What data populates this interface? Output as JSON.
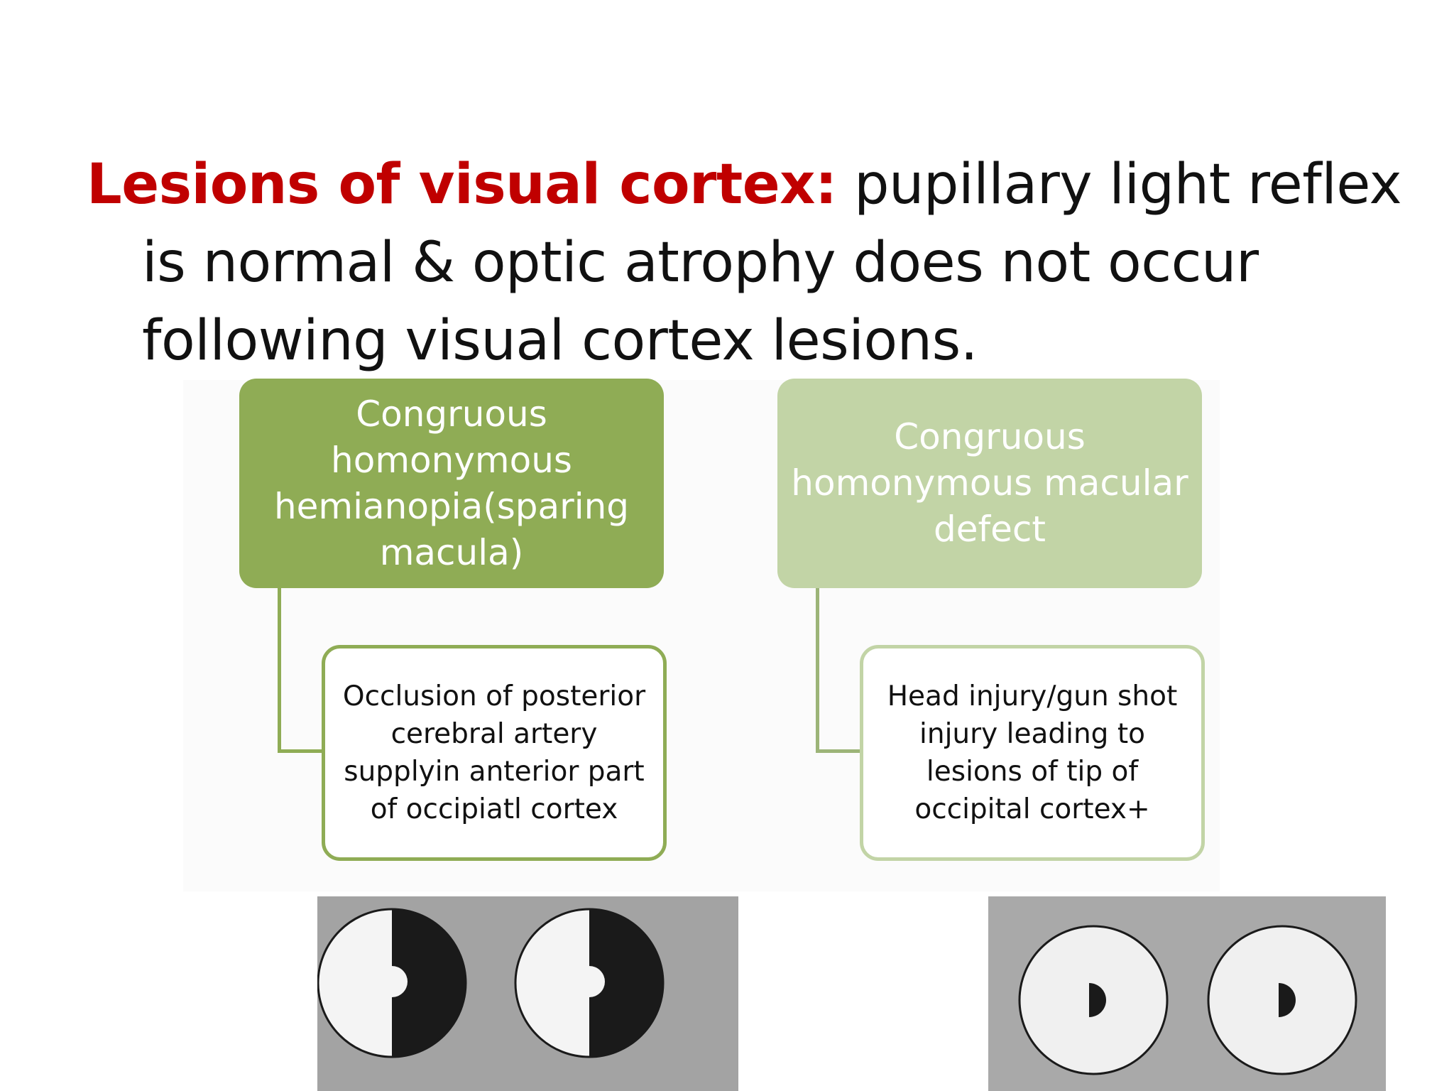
{
  "slide": {
    "title_emphasis": "Lesions of visual cortex:",
    "title_rest": " pupillary light reflex is normal & optic atrophy does not occur following visual cortex lesions."
  },
  "diagram": {
    "left": {
      "heading": "Congruous homonymous hemianopia(sparing macula)",
      "detail": "Occlusion of posterior cerebral artery supplyin anterior part of occipiatl cortex"
    },
    "right": {
      "heading": "Congruous homonymous macular defect",
      "detail": "Head injury/gun shot injury leading to lesions of tip of occipital cortex+"
    }
  },
  "colors": {
    "title_emphasis": "#c00000",
    "box_dark_green": "#8fac55",
    "box_light_green": "#c2d4a6"
  }
}
